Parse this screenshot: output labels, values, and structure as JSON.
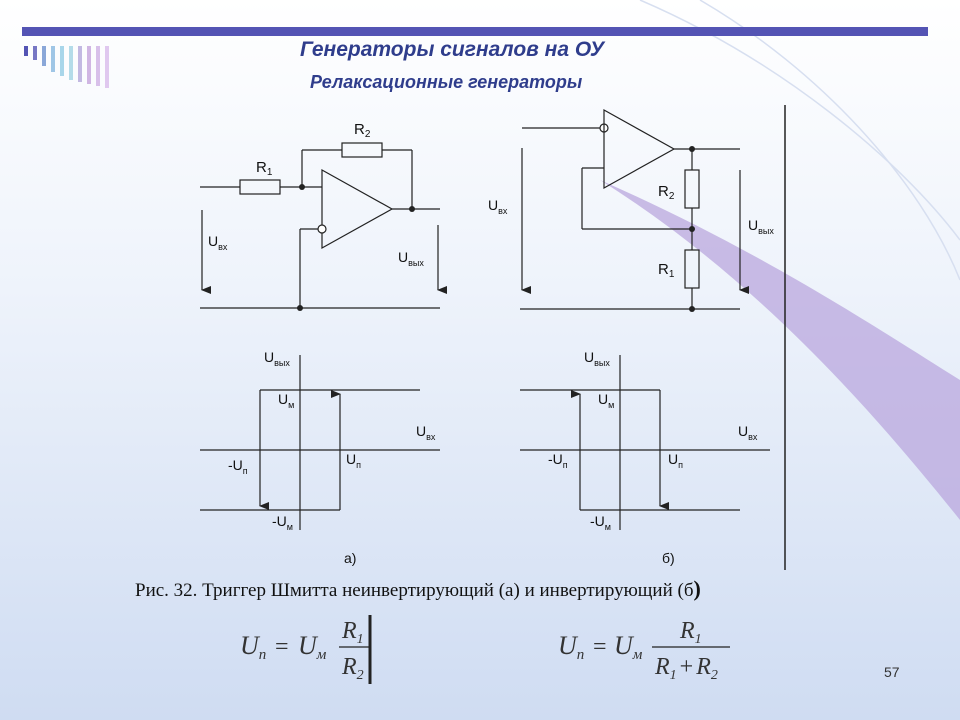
{
  "slide": {
    "title": "Генераторы сигналов на ОУ",
    "subtitle": "Релаксационные генераторы",
    "caption": "Рис. 32. Триггер Шмитта неинвертирующий (а) и инвертирующий (б",
    "caption_paren": ")",
    "page_number": "57"
  },
  "circuit_a": {
    "r1": "R",
    "r1_sub": "1",
    "r2": "R",
    "r2_sub": "2",
    "uin": "U",
    "uin_sub": "вх",
    "uout": "U",
    "uout_sub": "вых"
  },
  "circuit_b": {
    "r1": "R",
    "r1_sub": "1",
    "r2": "R",
    "r2_sub": "2",
    "uin": "U",
    "uin_sub": "вх",
    "uout": "U",
    "uout_sub": "вых"
  },
  "graph_a": {
    "y_axis": "U",
    "y_axis_sub": "вых",
    "x_axis": "U",
    "x_axis_sub": "вх",
    "um": "U",
    "um_sub": "м",
    "neg_um": "-U",
    "neg_um_sub": "м",
    "up": "U",
    "up_sub": "п",
    "neg_up": "-U",
    "neg_up_sub": "п",
    "label": "а)"
  },
  "graph_b": {
    "y_axis": "U",
    "y_axis_sub": "вых",
    "x_axis": "U",
    "x_axis_sub": "вх",
    "um": "U",
    "um_sub": "м",
    "neg_um": "-U",
    "neg_um_sub": "м",
    "up": "U",
    "up_sub": "п",
    "neg_up": "-U",
    "neg_up_sub": "п",
    "label": "б)"
  },
  "formula_a": {
    "lhs": "U",
    "lhs_sub": "п",
    "eq": "=",
    "coef": "U",
    "coef_sub": "м",
    "num": "R",
    "num_sub": "1",
    "den": "R",
    "den_sub": "2"
  },
  "formula_b": {
    "lhs": "U",
    "lhs_sub": "п",
    "eq": "=",
    "coef": "U",
    "coef_sub": "м",
    "num": "R",
    "num_sub": "1",
    "den1": "R",
    "den1_sub": "1",
    "plus": "+",
    "den2": "R",
    "den2_sub": "2"
  },
  "colors": {
    "accent": "#5454b4",
    "title": "#2f3d8c",
    "swoosh": "#b9a7de"
  }
}
